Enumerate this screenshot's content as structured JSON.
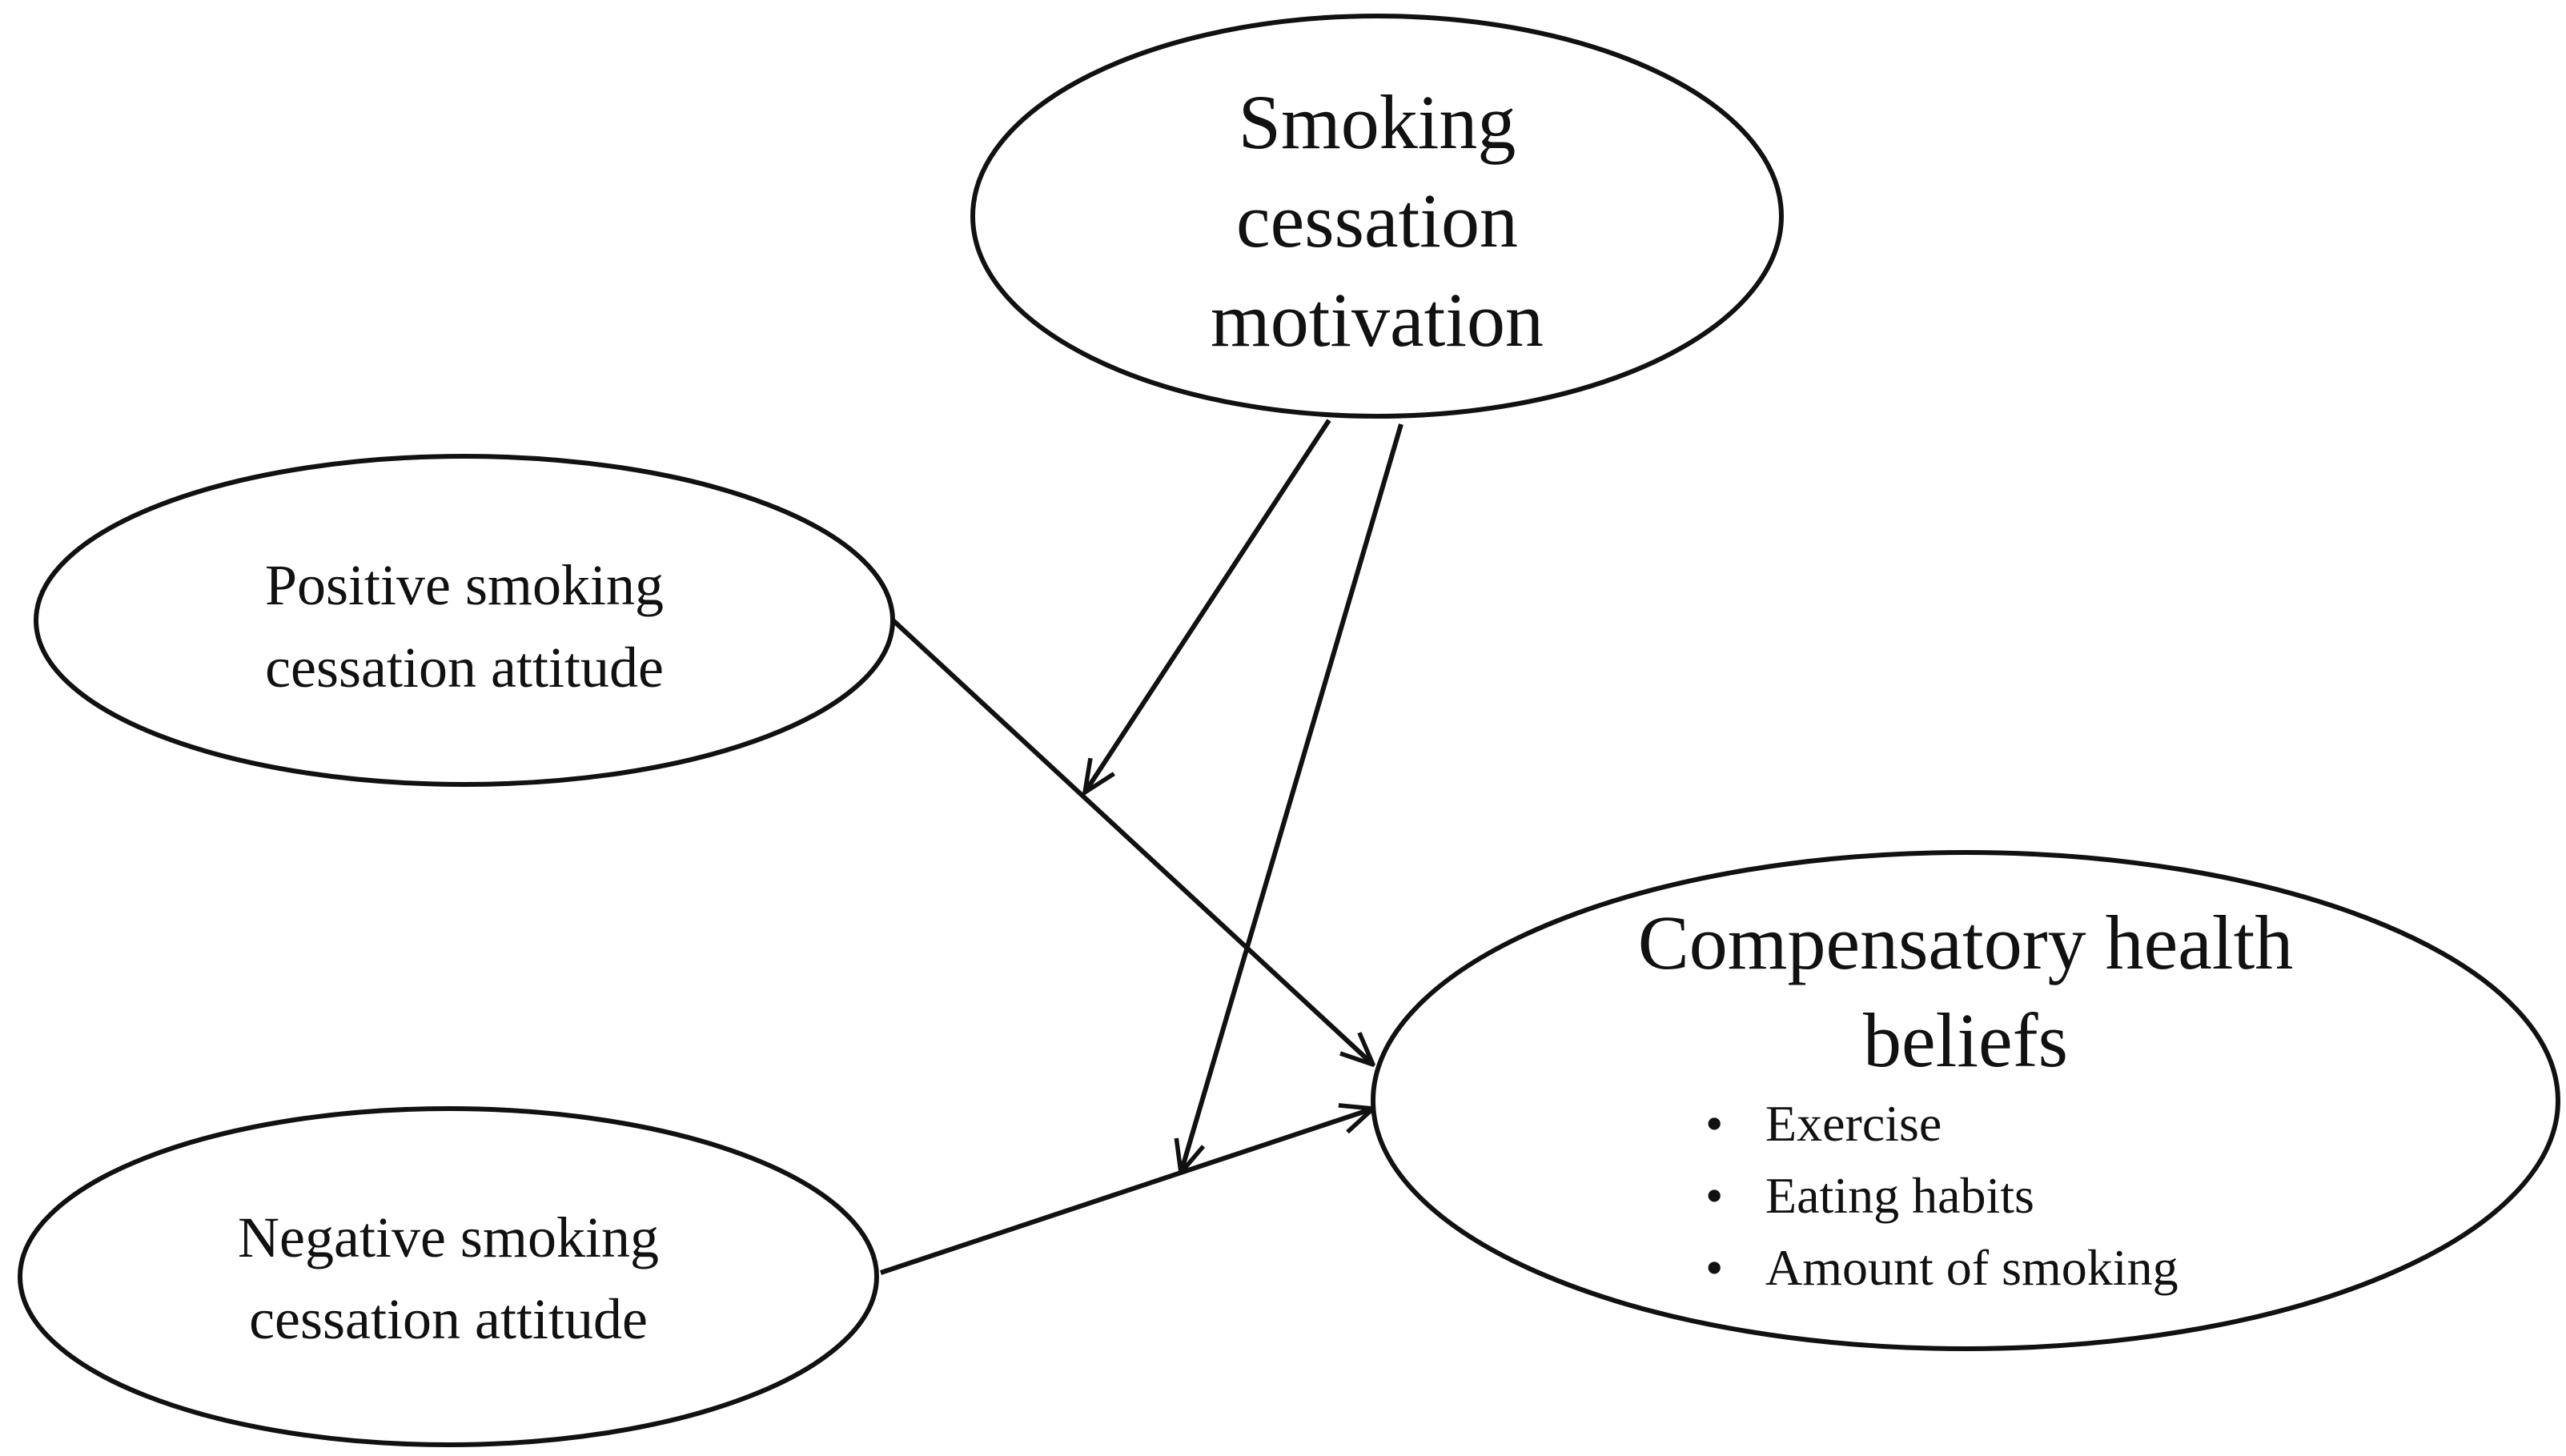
{
  "diagram": {
    "nodes": {
      "motivation": {
        "lines": [
          "Smoking",
          "cessation",
          "motivation"
        ]
      },
      "positive": {
        "lines": [
          "Positive smoking",
          "cessation attitude"
        ]
      },
      "negative": {
        "lines": [
          "Negative smoking",
          "cessation attitude"
        ]
      },
      "beliefs": {
        "lines": [
          "Compensatory health",
          "beliefs"
        ],
        "items": [
          "Exercise",
          "Eating habits",
          "Amount of smoking"
        ]
      }
    },
    "edges": [
      {
        "from": "positive",
        "to": "beliefs",
        "kind": "direct-effect"
      },
      {
        "from": "negative",
        "to": "beliefs",
        "kind": "direct-effect"
      },
      {
        "from": "motivation",
        "to": "positive-to-beliefs-path",
        "kind": "moderation"
      },
      {
        "from": "motivation",
        "to": "negative-to-beliefs-path",
        "kind": "moderation"
      }
    ],
    "bullet_glyph": "•",
    "colors": {
      "stroke": "#111111",
      "background": "#ffffff"
    }
  }
}
